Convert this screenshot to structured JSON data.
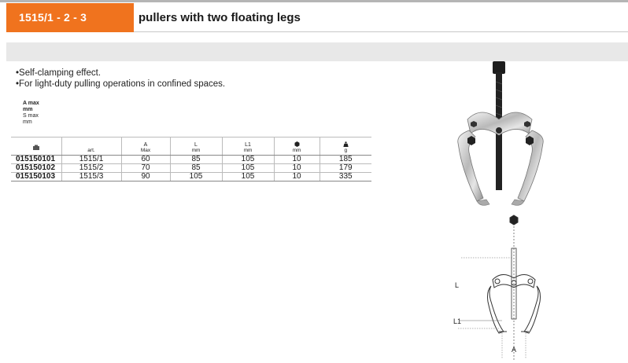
{
  "header": {
    "code": "1515/1 - 2 - 3",
    "title": "pullers with two floating legs"
  },
  "features": [
    "Self-clamping effect.",
    "For light-duty pulling operations in confined spaces."
  ],
  "legend": {
    "line1": "A max",
    "line2": "mm",
    "line3": "S max",
    "line4": "mm"
  },
  "table": {
    "columns": [
      {
        "top": "",
        "bottom": "",
        "icon": "box-icon"
      },
      {
        "top": "",
        "bottom": "art."
      },
      {
        "top": "A",
        "bottom": "Max"
      },
      {
        "top": "L",
        "bottom": "mm"
      },
      {
        "top": "L1",
        "bottom": "mm"
      },
      {
        "top": "",
        "bottom": "mm",
        "icon": "hexagon-icon"
      },
      {
        "top": "g",
        "bottom": "",
        "icon": "weight-icon"
      }
    ],
    "rows": [
      [
        "015150101",
        "1515/1",
        "60",
        "85",
        "105",
        "10",
        "185"
      ],
      [
        "015150102",
        "1515/2",
        "70",
        "85",
        "105",
        "10",
        "179"
      ],
      [
        "015150103",
        "1515/3",
        "90",
        "105",
        "105",
        "10",
        "335"
      ]
    ]
  },
  "diagram": {
    "label_l": "L",
    "label_l1": "L1",
    "label_a": "A"
  },
  "colors": {
    "accent": "#f0731e",
    "band": "#e8e8e8"
  }
}
